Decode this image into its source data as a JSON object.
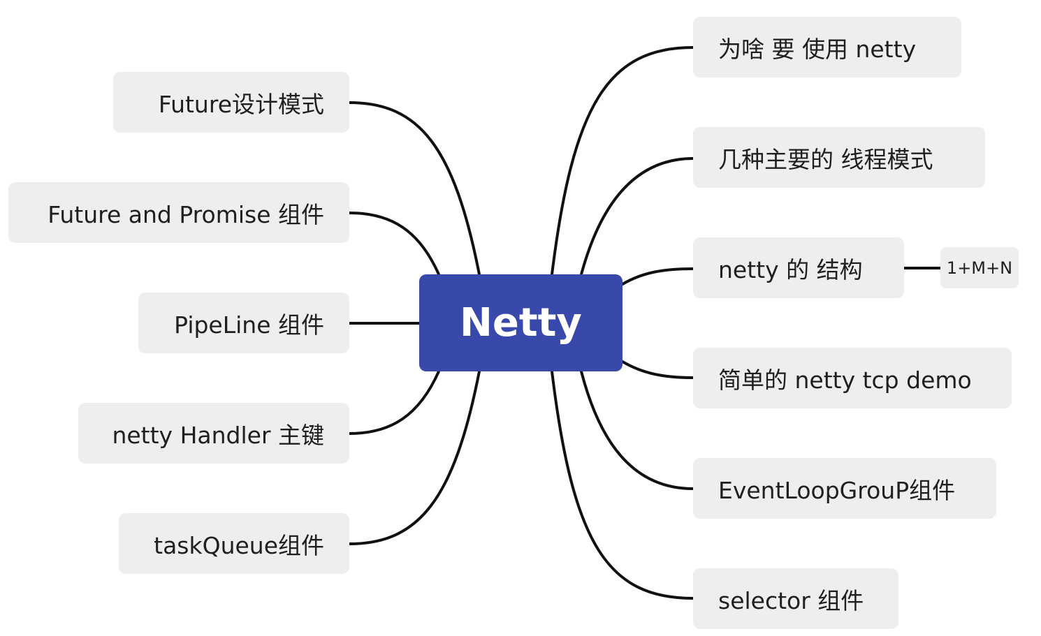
{
  "mindmap": {
    "central": {
      "label": "Netty",
      "color": "#3949ab"
    },
    "left_topics": [
      {
        "label": "Future设计模式"
      },
      {
        "label": "Future and Promise 组件"
      },
      {
        "label": "PipeLine 组件"
      },
      {
        "label": "netty Handler 主键"
      },
      {
        "label": "taskQueue组件"
      }
    ],
    "right_topics": [
      {
        "label": "为啥 要 使用 netty"
      },
      {
        "label": "几种主要的 线程模式"
      },
      {
        "label": "netty 的 结构",
        "child": {
          "label": "1+M+N"
        }
      },
      {
        "label": "简单的 netty tcp demo"
      },
      {
        "label": "EventLoopGrouP组件"
      },
      {
        "label": "selector 组件"
      }
    ],
    "topic_color": "#eeeeee",
    "line_color": "#111111"
  }
}
